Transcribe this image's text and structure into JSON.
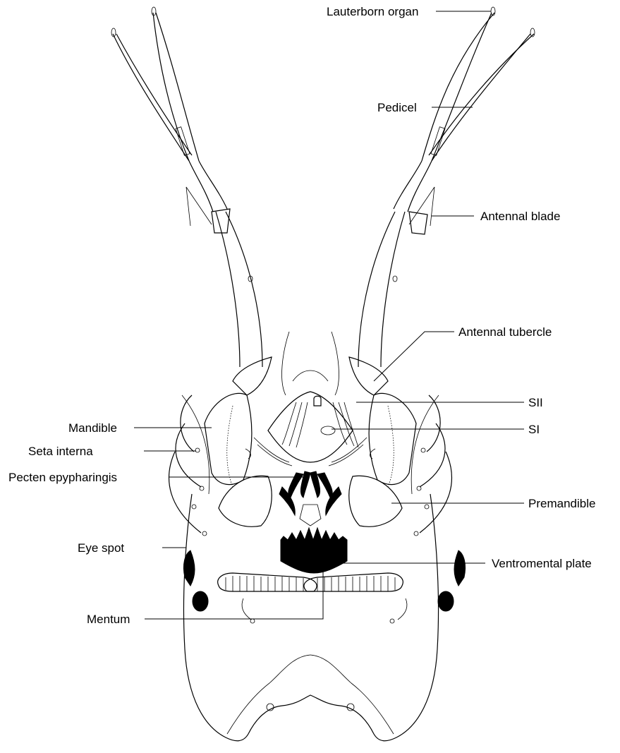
{
  "labels": {
    "lauterborn_organ": "Lauterborn organ",
    "pedicel": "Pedicel",
    "antennal_blade": "Antennal blade",
    "antennal_tubercle": "Antennal tubercle",
    "sii": "SII",
    "si": "SI",
    "mandible": "Mandible",
    "seta_interna": "Seta interna",
    "pecten_epypharingis": "Pecten epypharingis",
    "premandible": "Premandible",
    "eye_spot": "Eye spot",
    "ventromental_plate": "Ventromental plate",
    "mentum": "Mentum"
  }
}
